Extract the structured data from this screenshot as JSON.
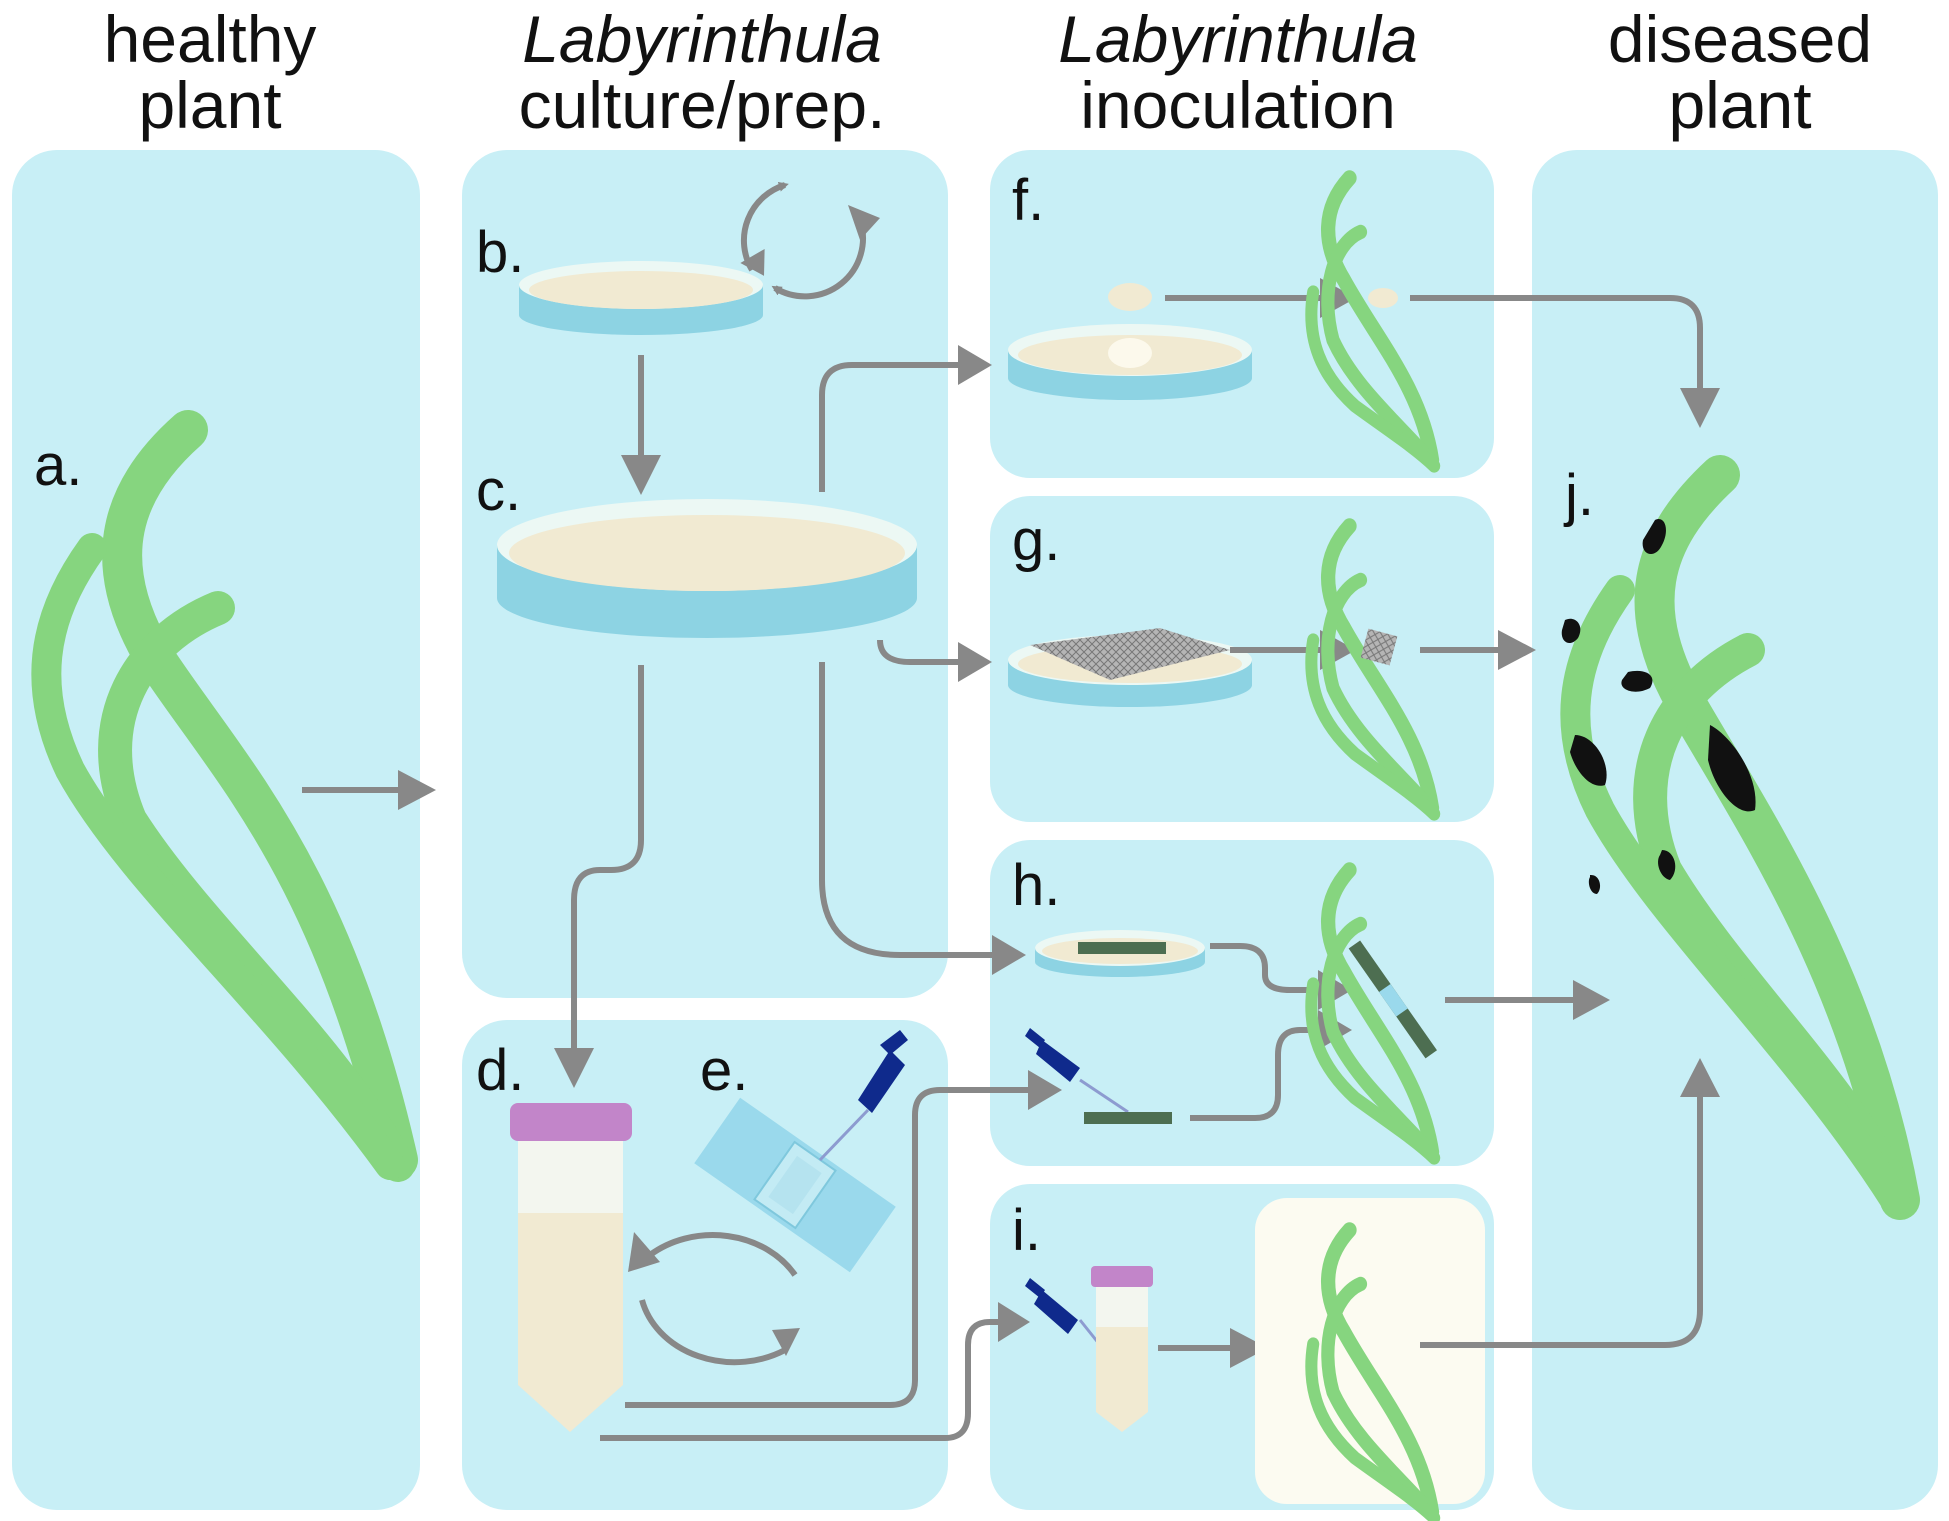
{
  "columns": [
    {
      "line1": "healthy",
      "line2": "plant",
      "line1_italic": false
    },
    {
      "line1": "Labyrinthula",
      "line2": "culture/prep.",
      "line1_italic": true
    },
    {
      "line1": "Labyrinthula",
      "line2": "inoculation",
      "line1_italic": true
    },
    {
      "line1": "diseased",
      "line2": "plant",
      "line1_italic": false
    }
  ],
  "labels": {
    "a": "a.",
    "b": "b.",
    "c": "c.",
    "d": "d.",
    "e": "e.",
    "f": "f.",
    "g": "g.",
    "h": "h.",
    "i": "i.",
    "j": "j."
  },
  "colors": {
    "panel": "#d2f3f7",
    "panel_outer": "#c2eaf3",
    "leaf": "#86d57f",
    "arrow": "#888888",
    "dish_side": "#8dd3e3",
    "dish_rim": "#ecf8f4",
    "agar": "#f1ead2",
    "tube_cap": "#c285c9",
    "tube_body": "#f1ead2",
    "pipette": "#0f2a8c",
    "lesion": "#111111",
    "strip": "#4d6e51",
    "mesh": "#8d8d8d",
    "chamber_bg": "#fcfbf1"
  }
}
